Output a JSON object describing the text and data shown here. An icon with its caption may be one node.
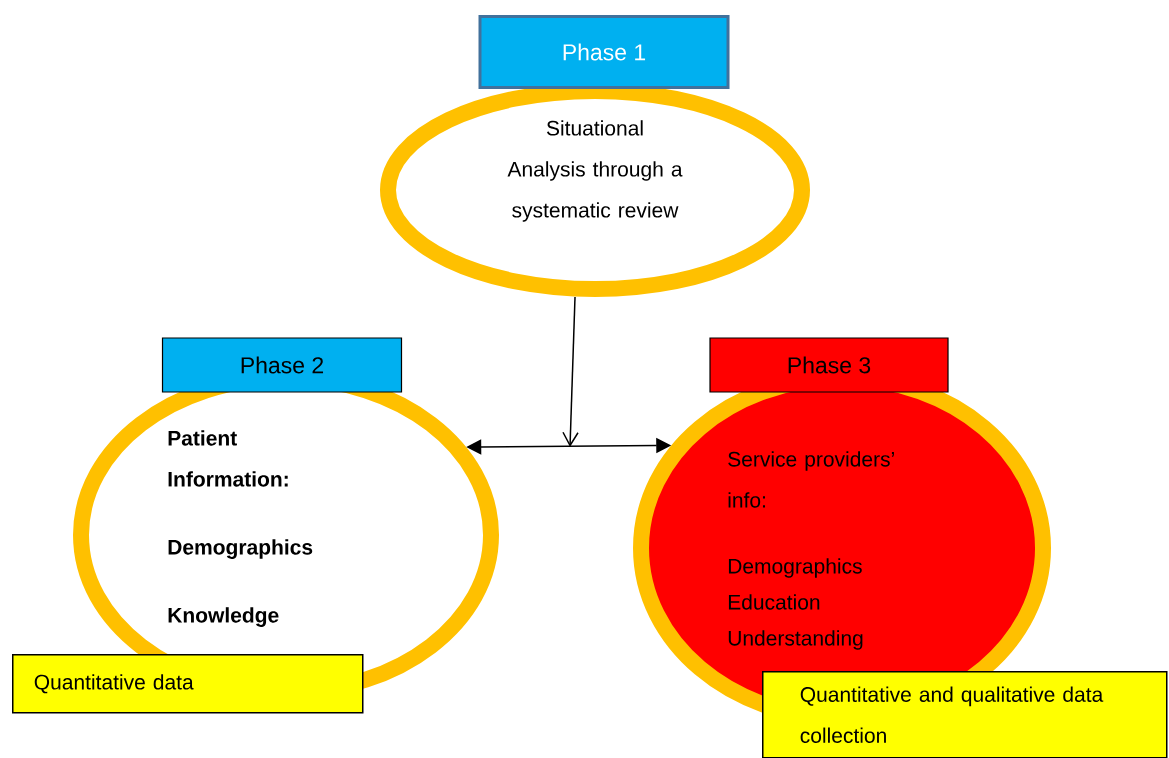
{
  "diagram": {
    "nodes": [
      {
        "text": [
          "Phase 1"
        ]
      },
      {
        "text": [
          "Situational Analysis through a systematic review"
        ]
      },
      {
        "text": [
          "Phase 2"
        ]
      },
      {
        "text": [
          "Patient Information:",
          "Demographics",
          "Knowledge"
        ]
      },
      {
        "text": [
          "Quantitative data"
        ]
      },
      {
        "text": [
          "Phase 3"
        ]
      },
      {
        "text": [
          "Service providers’ info:",
          "Demographics Education Understanding"
        ]
      },
      {
        "text": [
          "Quantitative and qualitative data collection"
        ]
      }
    ],
    "edges": [
      {
        "from": 1,
        "to": null,
        "arrow": "to"
      },
      {
        "from": 3,
        "to": 6,
        "arrow": "both"
      }
    ]
  }
}
